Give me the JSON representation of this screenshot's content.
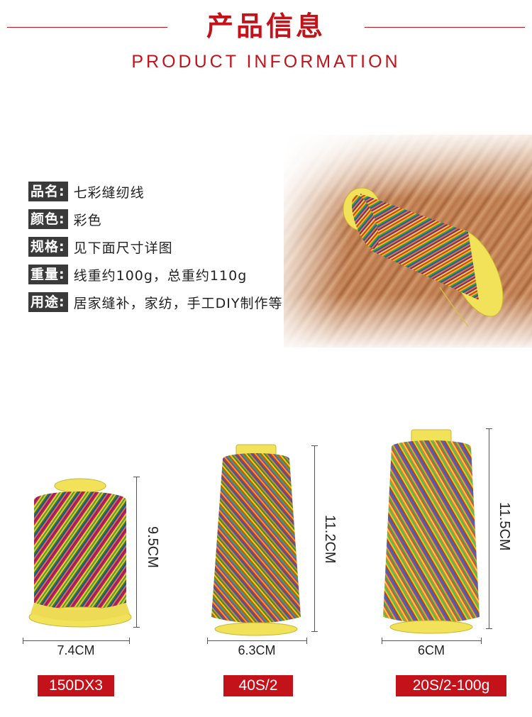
{
  "header": {
    "title": "产品信息",
    "subtitle": "PRODUCT INFORMATION"
  },
  "specs": [
    {
      "label": "品名:",
      "value": "七彩缝纫线"
    },
    {
      "label": "颜色:",
      "value": "彩色"
    },
    {
      "label": "规格:",
      "value": "见下面尺寸详图"
    },
    {
      "label": "重量:",
      "value": "线重约100g，总重约110g"
    },
    {
      "label": "用途:",
      "value": "居家缝补，家纺，手工DIY制作等"
    }
  ],
  "products": [
    {
      "height": "9.5CM",
      "width": "7.4CM",
      "badge": "150DX3"
    },
    {
      "height": "11.2CM",
      "width": "6.3CM",
      "badge": "40S/2"
    },
    {
      "height": "11.5CM",
      "width": "6CM",
      "badge": "20S/2-100g"
    }
  ],
  "colors": {
    "accent": "#c4121a",
    "label_bg": "#3a3a3a",
    "spool_yellow": "#f2e25a"
  }
}
